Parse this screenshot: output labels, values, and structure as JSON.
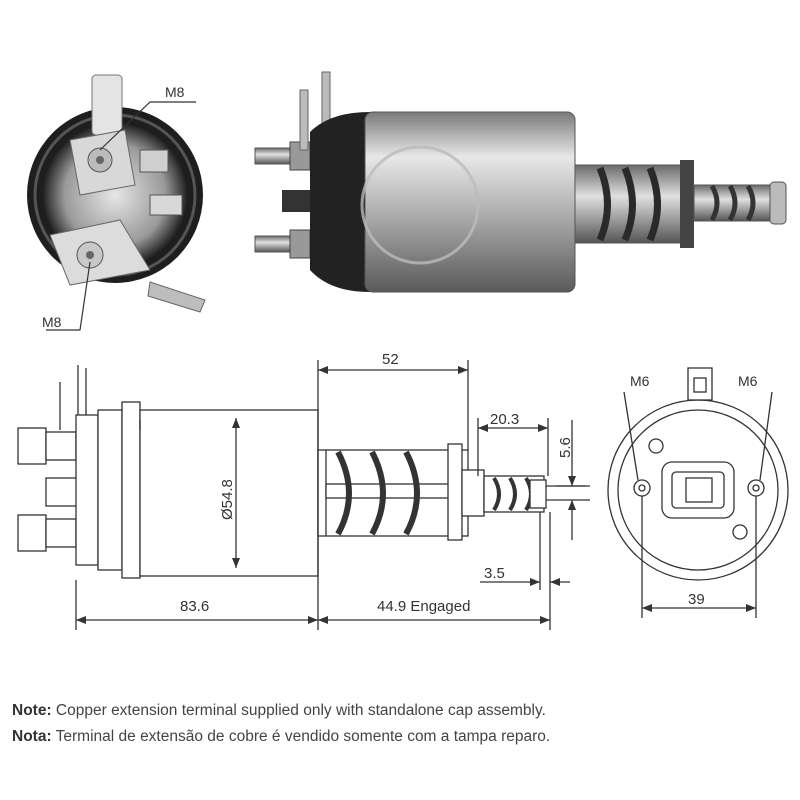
{
  "colors": {
    "line": "#333333",
    "metal_light": "#dcdcdc",
    "metal_mid": "#a8a8a8",
    "metal_dark": "#3a3a3a"
  },
  "photo_end_view": {
    "label_top": "M8",
    "label_bottom": "M8"
  },
  "side_view": {
    "dim_stroke": "52",
    "dim_diameter": "Ø54.8",
    "dim_plunger": "20.3",
    "dim_small": "5.6",
    "dim_gap": "3.5",
    "dim_body": "83.6",
    "dim_engaged": "44.9 Engaged"
  },
  "end_view": {
    "label_left": "M6",
    "label_right": "M6",
    "dim_spacing": "39"
  },
  "notes": {
    "en_label": "Note:",
    "en_text": "Copper extension terminal supplied only with standalone cap assembly.",
    "pt_label": "Nota:",
    "pt_text": "Terminal de extensão de cobre é vendido somente com a tampa reparo."
  }
}
